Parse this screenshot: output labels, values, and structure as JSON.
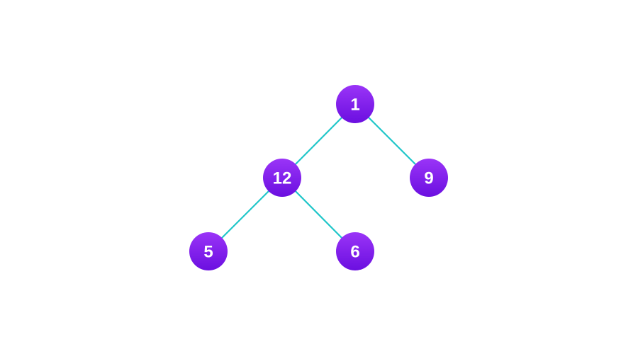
{
  "colors": {
    "edge": "#1fc6c9",
    "node_top": "#9a34f7",
    "node_bottom": "#6b0fe0",
    "label": "#ffffff"
  },
  "tree": {
    "nodes": [
      {
        "id": "n1",
        "label": "1"
      },
      {
        "id": "n12",
        "label": "12"
      },
      {
        "id": "n9",
        "label": "9"
      },
      {
        "id": "n5",
        "label": "5"
      },
      {
        "id": "n6",
        "label": "6"
      }
    ],
    "edges": [
      {
        "from": "n1",
        "to": "n12"
      },
      {
        "from": "n1",
        "to": "n9"
      },
      {
        "from": "n12",
        "to": "n5"
      },
      {
        "from": "n12",
        "to": "n6"
      }
    ]
  }
}
